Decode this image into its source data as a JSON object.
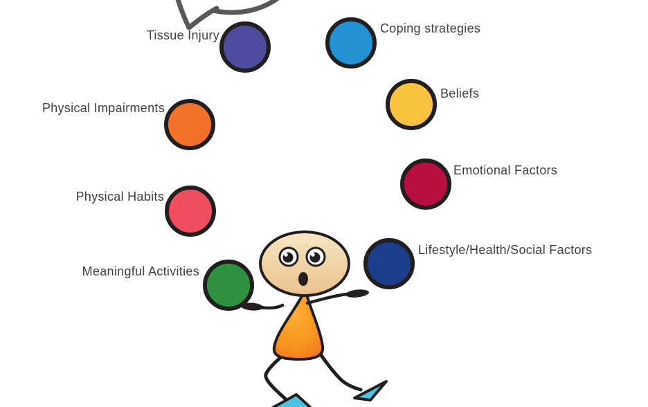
{
  "diagram": {
    "description_labels_only": true,
    "balls": [
      {
        "id": "tissue-injury",
        "label": "Tissue Injury",
        "color": "#4D4C9E",
        "label_side": "left"
      },
      {
        "id": "coping-strategies",
        "label": "Coping strategies",
        "color": "#2292D2",
        "label_side": "right"
      },
      {
        "id": "beliefs",
        "label": "Beliefs",
        "color": "#F9C340",
        "label_side": "right"
      },
      {
        "id": "physical-impairments",
        "label": "Physical Impairments",
        "color": "#F1702A",
        "label_side": "left"
      },
      {
        "id": "emotional-factors",
        "label": "Emotional Factors",
        "color": "#B90E40",
        "label_side": "right"
      },
      {
        "id": "physical-habits",
        "label": "Physical Habits",
        "color": "#EF4E5F",
        "label_side": "left"
      },
      {
        "id": "lifestyle-health-social",
        "label": "Lifestyle/Health/Social Factors",
        "color": "#1C3D8C",
        "label_side": "right"
      },
      {
        "id": "meaningful-activities",
        "label": "Meaningful Activities",
        "color": "#2D9141",
        "label_side": "left"
      }
    ],
    "palette": {
      "ball_outline": "#231F20",
      "label_text": "#414042",
      "speech_bubble_outline": "#58595B",
      "head_fill_top": "#F7E6C3",
      "head_fill_bottom": "#EAC28D",
      "body_fill_center": "#FAA61A",
      "body_fill_edge": "#F26F24",
      "shoe_fill": "#4AC3E3",
      "background": "#FFFFFF"
    }
  }
}
